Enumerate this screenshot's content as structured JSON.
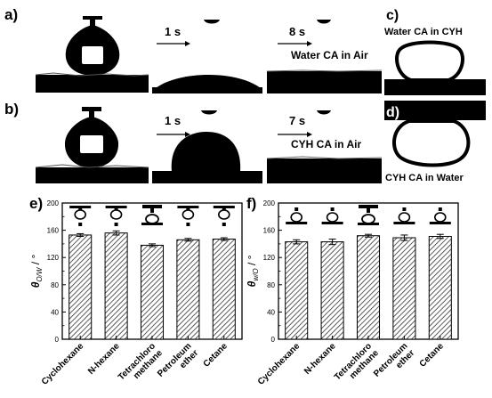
{
  "panels": {
    "a": {
      "letter": "a)",
      "t1": "1 s",
      "t2": "8 s",
      "caption": "Water CA in Air"
    },
    "b": {
      "letter": "b)",
      "t1": "1 s",
      "t2": "7 s",
      "caption": "CYH CA in Air"
    },
    "c": {
      "letter": "c)",
      "caption": "Water CA in CYH"
    },
    "d": {
      "letter": "d)",
      "caption": "CYH CA in Water"
    },
    "e": {
      "letter": "e)"
    },
    "f": {
      "letter": "f)"
    }
  },
  "chart_data": [
    {
      "type": "bar",
      "panel": "e",
      "categories": [
        [
          "Cyclohexane"
        ],
        [
          "N-hexane"
        ],
        [
          "Tetrachloro",
          "methane"
        ],
        [
          "Petroleum",
          "ether"
        ],
        [
          "Cetane"
        ]
      ],
      "values": [
        153,
        156,
        138,
        146,
        147
      ],
      "errors": [
        2,
        3,
        2,
        2,
        2
      ],
      "ylabel_main": "θ",
      "ylabel_sub": "O/W",
      "ylabel_unit": " / °",
      "ylim": [
        0,
        200
      ],
      "yticks": [
        "0",
        "40",
        "80",
        "120",
        "160",
        "200"
      ]
    },
    {
      "type": "bar",
      "panel": "f",
      "categories": [
        [
          "Cyclohexane"
        ],
        [
          "N-hexane"
        ],
        [
          "Tetrachloro",
          "methane"
        ],
        [
          "Petroleum",
          "ether"
        ],
        [
          "Cetane"
        ]
      ],
      "values": [
        143,
        143,
        152,
        149,
        151
      ],
      "errors": [
        3,
        4,
        2,
        4,
        3
      ],
      "ylabel_main": "θ",
      "ylabel_sub": "w/O",
      "ylabel_unit": " / °",
      "ylim": [
        0,
        200
      ],
      "yticks": [
        "0",
        "40",
        "80",
        "120",
        "160",
        "200"
      ]
    }
  ]
}
